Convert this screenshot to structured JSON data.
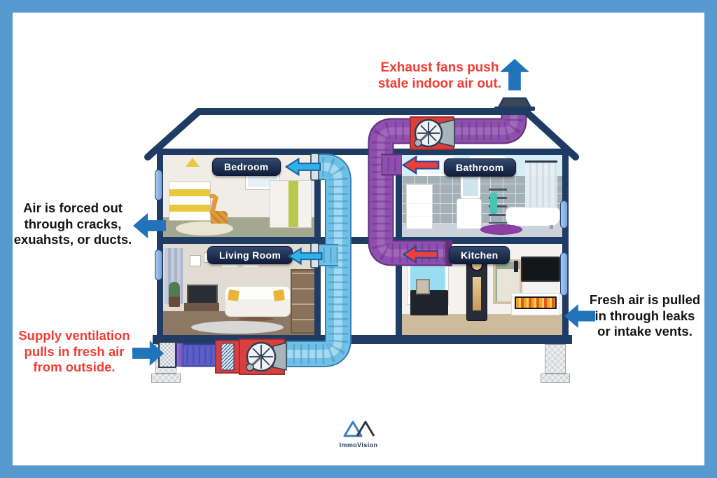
{
  "title": "Supply ventilation house diagram",
  "annotations": {
    "exhaust": {
      "text": "Exhaust fans push\nstale indoor air out.",
      "style": "red",
      "arrow": "up"
    },
    "forced_out": {
      "text": "Air is forced out\nthrough cracks,\nexuahsts, or ducts.",
      "style": "black",
      "arrow": "left"
    },
    "supply": {
      "text": "Supply ventilation\npulls in fresh air\nfrom outside.",
      "style": "red",
      "arrow": "right"
    },
    "fresh_air": {
      "text": "Fresh air is pulled\nin through leaks\nor intake vents.",
      "style": "black",
      "arrow": "left"
    }
  },
  "rooms": {
    "bedroom": {
      "label": "Bedroom",
      "flow_arrow": "cyan-left"
    },
    "bathroom": {
      "label": "Bathroom",
      "flow_arrow": "red-left"
    },
    "living_room": {
      "label": "Living Room",
      "flow_arrow": "cyan-left"
    },
    "kitchen": {
      "label": "Kitchen",
      "flow_arrow": "red-left"
    }
  },
  "logo": {
    "text": "ImmoVision"
  },
  "colors": {
    "frame": "#579ACF",
    "structure_navy": "#1E3C64",
    "supply_duct": "#6FC0E6",
    "exhaust_duct": "#8E4FAE",
    "intake_duct": "#5B5FC8",
    "fan_box_red": "#D84040",
    "annotation_red": "#F23C33",
    "annotation_blue_arrow": "#2173BA",
    "flow_arrow_cyan": "#2EB3E8",
    "flow_arrow_red": "#E8403C"
  }
}
